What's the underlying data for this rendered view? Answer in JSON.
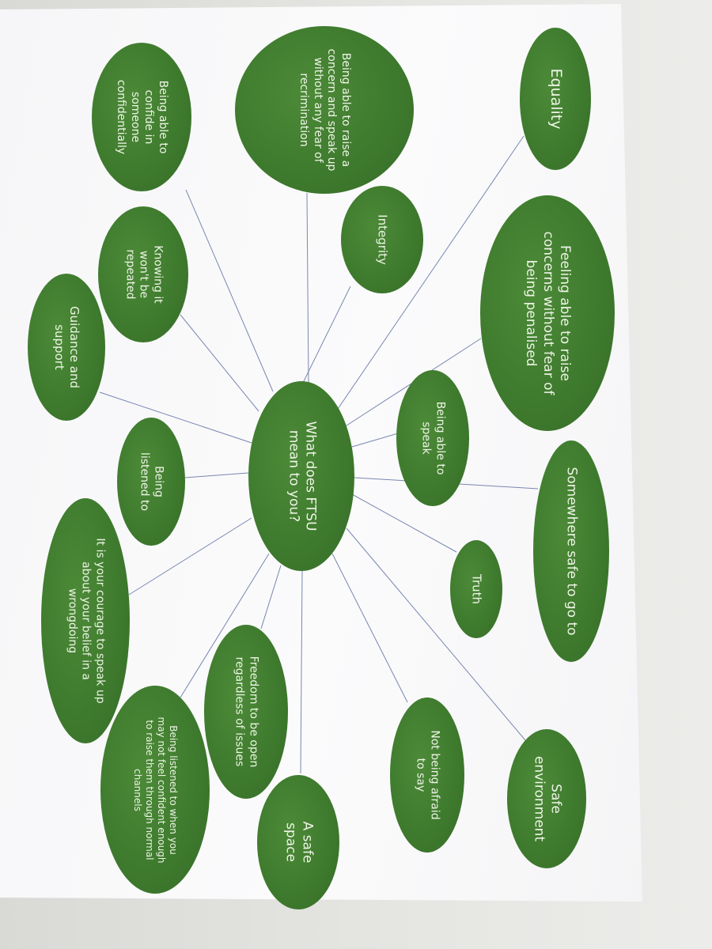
{
  "center": {
    "label": "What does FTSU mean to you?"
  },
  "bubbles": [
    {
      "id": "equality",
      "label": "Equality"
    },
    {
      "id": "feeling-able-to-raise",
      "label": "Feeling able to raise concerns without fear of being penalised"
    },
    {
      "id": "being-able-to-speak",
      "label": "Being able to speak"
    },
    {
      "id": "somewhere-safe",
      "label": "Somewhere safe to go to"
    },
    {
      "id": "truth",
      "label": "Truth"
    },
    {
      "id": "safe-environment",
      "label": "Safe environment"
    },
    {
      "id": "not-being-afraid",
      "label": "Not being afraid to say"
    },
    {
      "id": "safe-space",
      "label": "A safe space"
    },
    {
      "id": "freedom-to-be-open",
      "label": "Freedom to be open regardless of issues"
    },
    {
      "id": "being-listened-when",
      "label": "Being listened to when you may not feel confident enough to raise them through normal channels"
    },
    {
      "id": "courage-to-speak",
      "label": "It is your courage to speak up about your belief in a wrongdoing"
    },
    {
      "id": "being-listened-to",
      "label": "Being listened to"
    },
    {
      "id": "guidance-support",
      "label": "Guidance and support"
    },
    {
      "id": "knowing-not-repeated",
      "label": "Knowing it won't be repeated"
    },
    {
      "id": "integrity",
      "label": "Integrity"
    },
    {
      "id": "confide",
      "label": "Being able to confide in someone confidentially"
    },
    {
      "id": "raise-concern",
      "label": "Being able to raise a concern and speak up without any fear of recrimination"
    }
  ],
  "colors": {
    "bubble": "#3f7b2e",
    "text": "#eef4e6",
    "connector": "#7a86b0",
    "paper": "#f8f8fa"
  }
}
